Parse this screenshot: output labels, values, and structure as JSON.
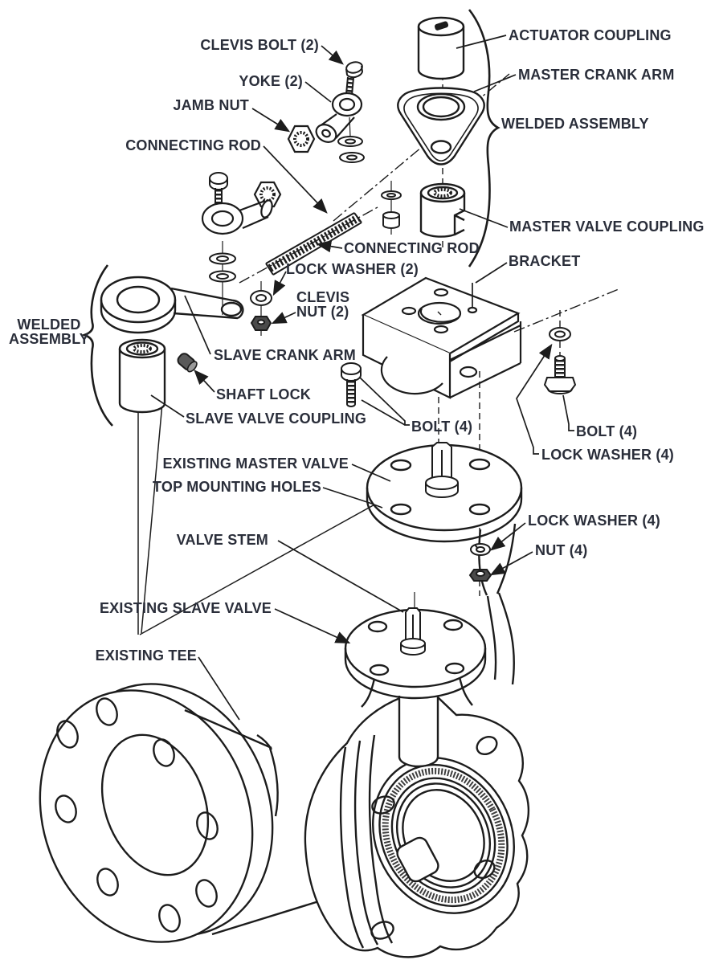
{
  "diagram": {
    "background_color": "#ffffff",
    "line_color": "#1c1c1c",
    "label_color": "#2a2e3a",
    "labels": {
      "clevis_bolt": "CLEVIS BOLT (2)",
      "yoke": "YOKE (2)",
      "jamb_nut": "JAMB NUT",
      "connecting_rod_upper": "CONNECTING ROD",
      "actuator_coupling": "ACTUATOR COUPLING",
      "master_crank_arm": "MASTER CRANK ARM",
      "welded_assembly_right": "WELDED ASSEMBLY",
      "master_valve_coupling": "MASTER VALVE COUPLING",
      "connecting_rod_mid": "CONNECTING ROD",
      "bracket": "BRACKET",
      "lock_washer_2": "LOCK WASHER (2)",
      "clevis_nut_line1": "CLEVIS",
      "clevis_nut_line2": "NUT (2)",
      "welded_assembly_left_line1": "WELDED",
      "welded_assembly_left_line2": "ASSEMBLY",
      "slave_crank_arm": "SLAVE CRANK ARM",
      "shaft_lock": "SHAFT LOCK",
      "slave_valve_coupling": "SLAVE VALVE COUPLING",
      "bolt_left": "BOLT (4)",
      "bolt_right": "BOLT (4)",
      "lock_washer_4_upper": "LOCK WASHER (4)",
      "existing_master_valve": "EXISTING MASTER VALVE",
      "top_mounting_holes": "TOP MOUNTING HOLES",
      "lock_washer_4_lower": "LOCK WASHER (4)",
      "nut_4": "NUT (4)",
      "valve_stem": "VALVE STEM",
      "existing_slave_valve": "EXISTING SLAVE VALVE",
      "existing_tee": "EXISTING TEE"
    }
  }
}
